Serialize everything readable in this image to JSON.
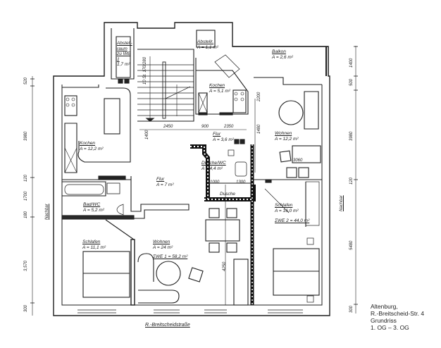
{
  "title_block": {
    "line1": "Altenburg,",
    "line2": "R.-Breitscheid-Str. 4",
    "line3": "Grundriss",
    "line4": "1. OG – 3. OG"
  },
  "street_label": "R.-Breitscheidstraße",
  "side_labels": {
    "left": "Nachbar",
    "right": "Nachbar"
  },
  "rooms": {
    "abstellraum_wc": {
      "name": "Abstell-raum zu WE 1",
      "area": "1,7 m²"
    },
    "abstellr_right": {
      "name": "Abstellr.",
      "area": "A = 1,1 m²"
    },
    "balkon": {
      "name": "Balkon",
      "area": "A = 2,6 m²"
    },
    "kochen_left": {
      "name": "Kochen",
      "area": "A = 12,2 m²"
    },
    "kochen_right": {
      "name": "Kochen",
      "area": "A = 5,1 m²"
    },
    "flur_right": {
      "name": "Flur",
      "area": "A = 3,6 m²"
    },
    "wohnen_right": {
      "name": "Wohnen",
      "area": "A = 12,2 m²"
    },
    "dusche_wc": {
      "name": "Dusche/WC",
      "area": "A = 4,4 m²"
    },
    "flur_left": {
      "name": "Flur",
      "area": "A = 7 m²"
    },
    "dusche": {
      "name": "Dusche",
      "area": ""
    },
    "bad_wc": {
      "name": "Bad/WC",
      "area": "A = 5,2 m²"
    },
    "schlafen_right": {
      "name": "Schlafen",
      "area": "A = 16,0 m²"
    },
    "we2": {
      "name": "ΣWE 2 = 44,0 m²",
      "area": ""
    },
    "schlafen_left": {
      "name": "Schlafen",
      "area": "A = 11,1 m²"
    },
    "wohnen_left": {
      "name": "Wohnen",
      "area": "A = 24 m²"
    },
    "we1": {
      "name": "ΣWE 1 = 58,2 m²",
      "area": ""
    }
  },
  "dimensions": {
    "stair": "10 St. 170/280",
    "d2450": "2450",
    "d2350": "2350",
    "d900": "900",
    "d1400": "1400",
    "d2200": "2200",
    "d1480": "1480",
    "d3060": "3060",
    "d4250": "4250",
    "d1000": "1000",
    "d1300": "1300",
    "right_chain": [
      "1400",
      "500",
      "3980",
      "120",
      "5480",
      "300"
    ],
    "left_chain": [
      "520",
      "3980",
      "120",
      "1700",
      "180",
      "3,570",
      "300"
    ]
  }
}
